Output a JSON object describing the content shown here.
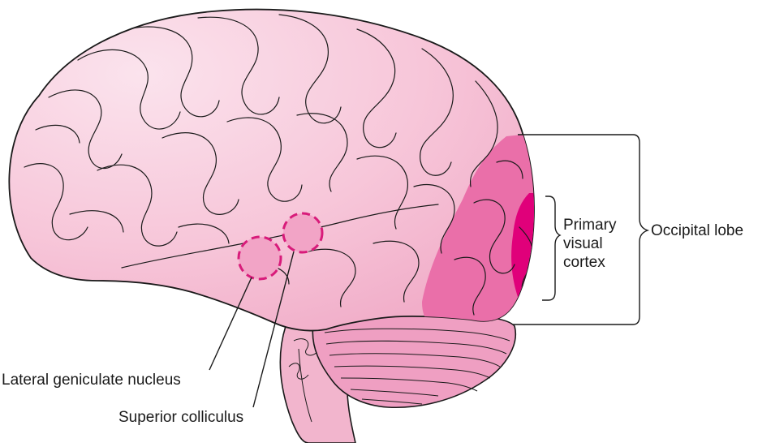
{
  "labels": {
    "primary_visual_cortex": [
      "Primary",
      "visual",
      "cortex"
    ],
    "occipital_lobe": "Occipital lobe",
    "lateral_geniculate_nucleus": "Lateral geniculate nucleus",
    "superior_colliculus": "Superior colliculus"
  },
  "colors": {
    "brain_fill": "#f7c6d9",
    "brainstem_fill": "#f2b5cd",
    "cerebellum_fill": "#ef9fc2",
    "occipital_fill": "#ea6fa9",
    "primary_visual_fill": "#e0007a",
    "highlight_ring": "#d81b7a",
    "outline": "#1a1a1a"
  }
}
